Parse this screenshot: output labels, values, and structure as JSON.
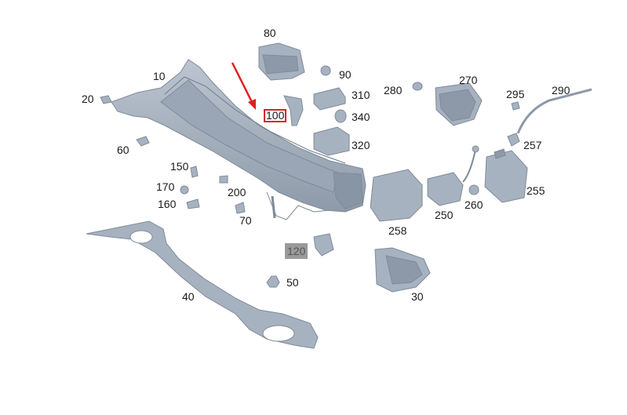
{
  "diagram": {
    "labels": {
      "p10": "10",
      "p20": "20",
      "p30": "30",
      "p40": "40",
      "p50": "50",
      "p60": "60",
      "p70": "70",
      "p80": "80",
      "p90": "90",
      "p100": "100",
      "p120": "120",
      "p150": "150",
      "p160": "160",
      "p170": "170",
      "p200": "200",
      "p250": "250",
      "p255": "255",
      "p257": "257",
      "p258": "258",
      "p260": "260",
      "p270": "270",
      "p280": "280",
      "p290": "290",
      "p295": "295",
      "p310": "310",
      "p320": "320",
      "p340": "340"
    },
    "selected_part": "100",
    "disabled_part": "120",
    "colors": {
      "part_fill": "#a7b2c0",
      "part_stroke": "#7f8b99",
      "part_shade": "#8d99a8",
      "highlight": "#e02020",
      "disabled_bg": "#9a9a9a"
    },
    "icons": {
      "pointer": "red-arrow-icon"
    }
  }
}
